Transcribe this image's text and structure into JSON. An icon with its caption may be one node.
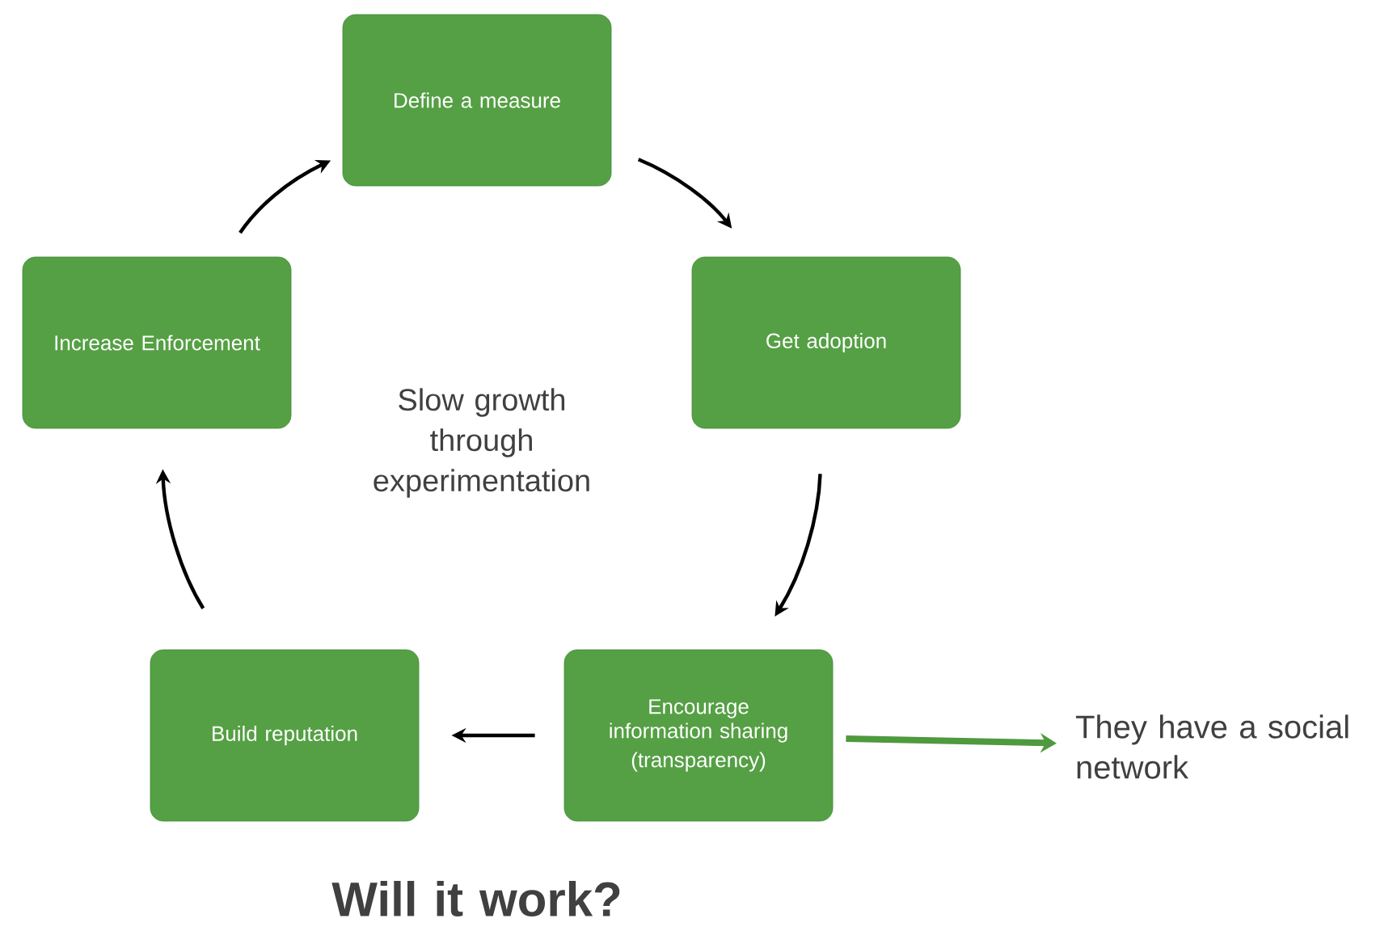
{
  "diagram": {
    "nodes": [
      {
        "text": [
          "Define a measure"
        ]
      },
      {
        "text": [
          "Get adoption"
        ]
      },
      {
        "text": [
          "Encourage information sharing",
          "(transparency)"
        ]
      },
      {
        "text": [
          "Build reputation"
        ]
      },
      {
        "text": [
          "Increase Enforcement"
        ]
      },
      {
        "text": [
          "They have a social network"
        ]
      }
    ],
    "edges": [
      {
        "from": 0,
        "to": 1,
        "arrow": "to"
      },
      {
        "from": 1,
        "to": 2,
        "arrow": "to"
      },
      {
        "from": 2,
        "to": 3,
        "arrow": "to"
      },
      {
        "from": 3,
        "to": 4,
        "arrow": "to"
      },
      {
        "from": 4,
        "to": 0,
        "arrow": "to"
      },
      {
        "from": 2,
        "to": 5,
        "arrow": "to",
        "style": "thick",
        "color": "#4e9a3e"
      }
    ],
    "labels": [
      "Slow growth through experimentation",
      "Will it work?"
    ]
  }
}
